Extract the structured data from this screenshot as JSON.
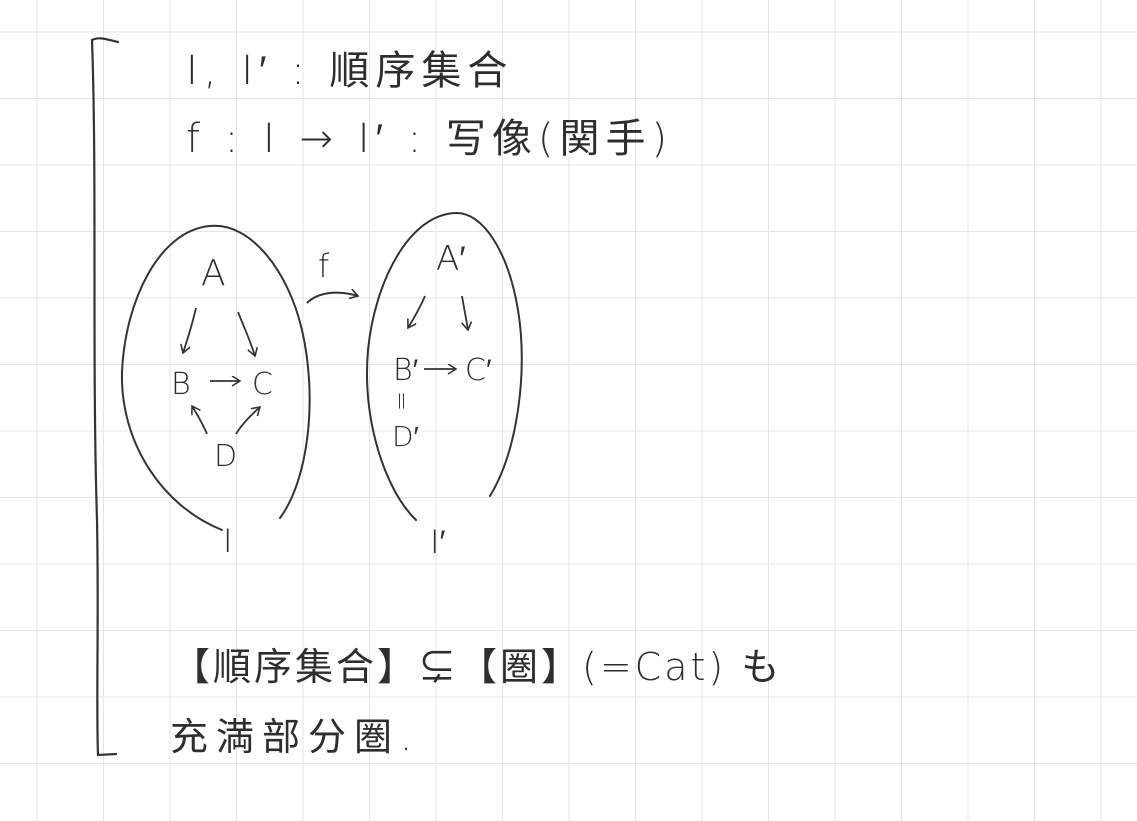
{
  "header": {
    "line1": "I, I′ : 順序集合",
    "line2": "f : I → I′ : 写像(関手)"
  },
  "diagram": {
    "left_set": {
      "label": "I",
      "nodes": {
        "a": "A",
        "b": "B",
        "c": "C",
        "d": "D"
      }
    },
    "right_set": {
      "label": "I′",
      "nodes": {
        "a": "A′",
        "b": "B′",
        "c": "C′",
        "d": "D′",
        "eq": "="
      }
    },
    "map_label": "f"
  },
  "footer": {
    "line1": "【順序集合】⊊【圏】(=Cat) も",
    "line2": "充満部分圏."
  }
}
